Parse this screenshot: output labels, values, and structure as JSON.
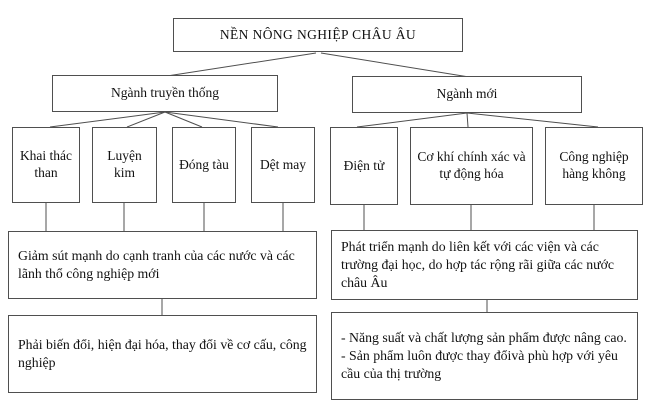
{
  "diagram": {
    "title": "NỀN NÔNG NGHIỆP CHÂU ÂU",
    "left_branch": {
      "label": "Ngành truyền thống",
      "leaves": {
        "coal": "Khai thác than",
        "metallurgy": "Luyện kim",
        "shipbuilding": "Đóng tàu",
        "textile": "Dệt may"
      },
      "cause": "Giảm sút mạnh do cạnh tranh của các nước và các lãnh thổ công nghiệp mới",
      "outcome": "Phải biến đổi, hiện đại hóa, thay đổi về cơ cấu, công nghiệp"
    },
    "right_branch": {
      "label": "Ngành mới",
      "leaves": {
        "electronics": "Điện tử",
        "precision_mechanics": "Cơ khí chính xác và tự động hóa",
        "aerospace": "Công nghiệp hàng không"
      },
      "cause": "Phát triển mạnh do liên kết với các viện và các trường đại học, do hợp tác rộng rãi giữa các nước châu Âu",
      "outcome_lines": [
        "- Năng suất và chất lượng sản phẩm được nâng cao.",
        "- Sản phẩm luôn được thay đổivà phù hợp với yêu cầu của thị trường"
      ]
    },
    "colors": {
      "border": "#4f4f4f",
      "background": "#ffffff",
      "text": "#111111"
    }
  }
}
